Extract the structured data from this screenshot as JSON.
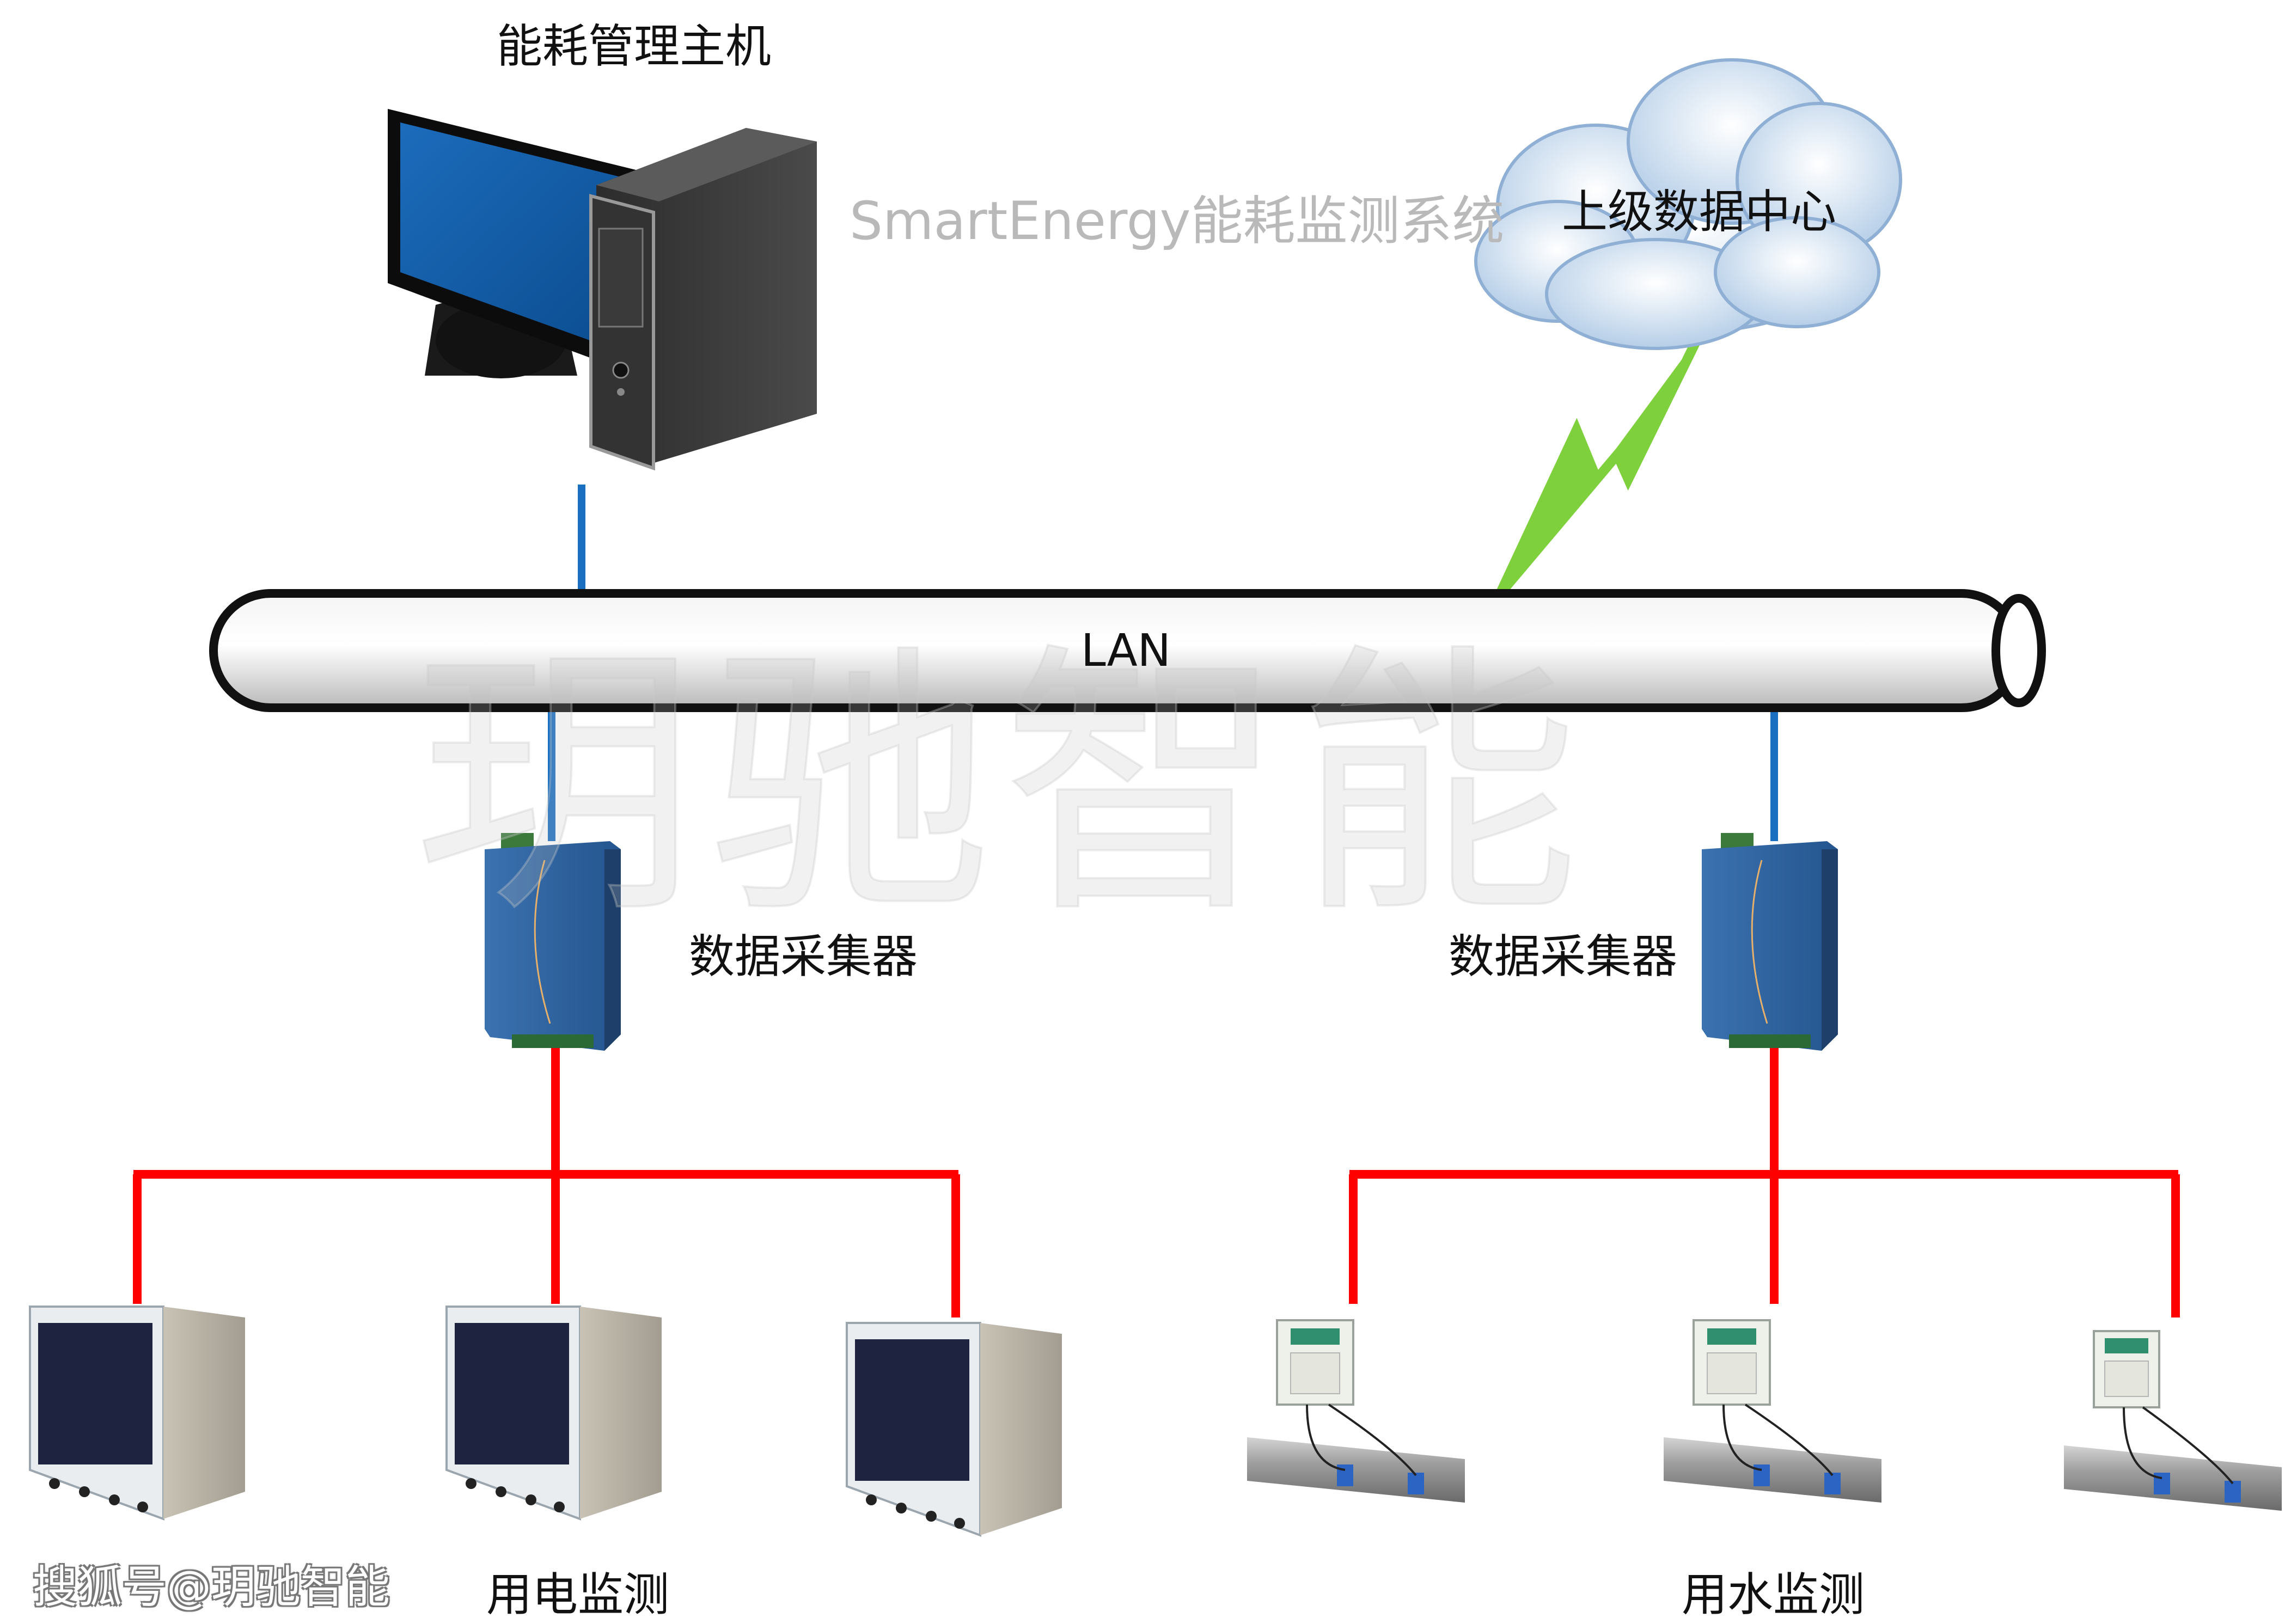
{
  "labels": {
    "host": "能耗管理主机",
    "system": "SmartEnergy能耗监测系统",
    "cloud": "上级数据中心",
    "lan": "LAN",
    "collector_left": "数据采集器",
    "collector_right": "数据采集器",
    "electricity_group": "用电监测",
    "water_group": "用水监测",
    "credit": "搜狐号@玥驰智能",
    "watermark": "玥驰智能"
  },
  "colors": {
    "lan_link": "#1a6fc0",
    "field_bus": "#ff0000",
    "wireless_link": "#7ed13c",
    "monitor_screen": "#0d5aa6",
    "device_body": "#2d5f9b",
    "meter_body": "#b8b1a4"
  }
}
